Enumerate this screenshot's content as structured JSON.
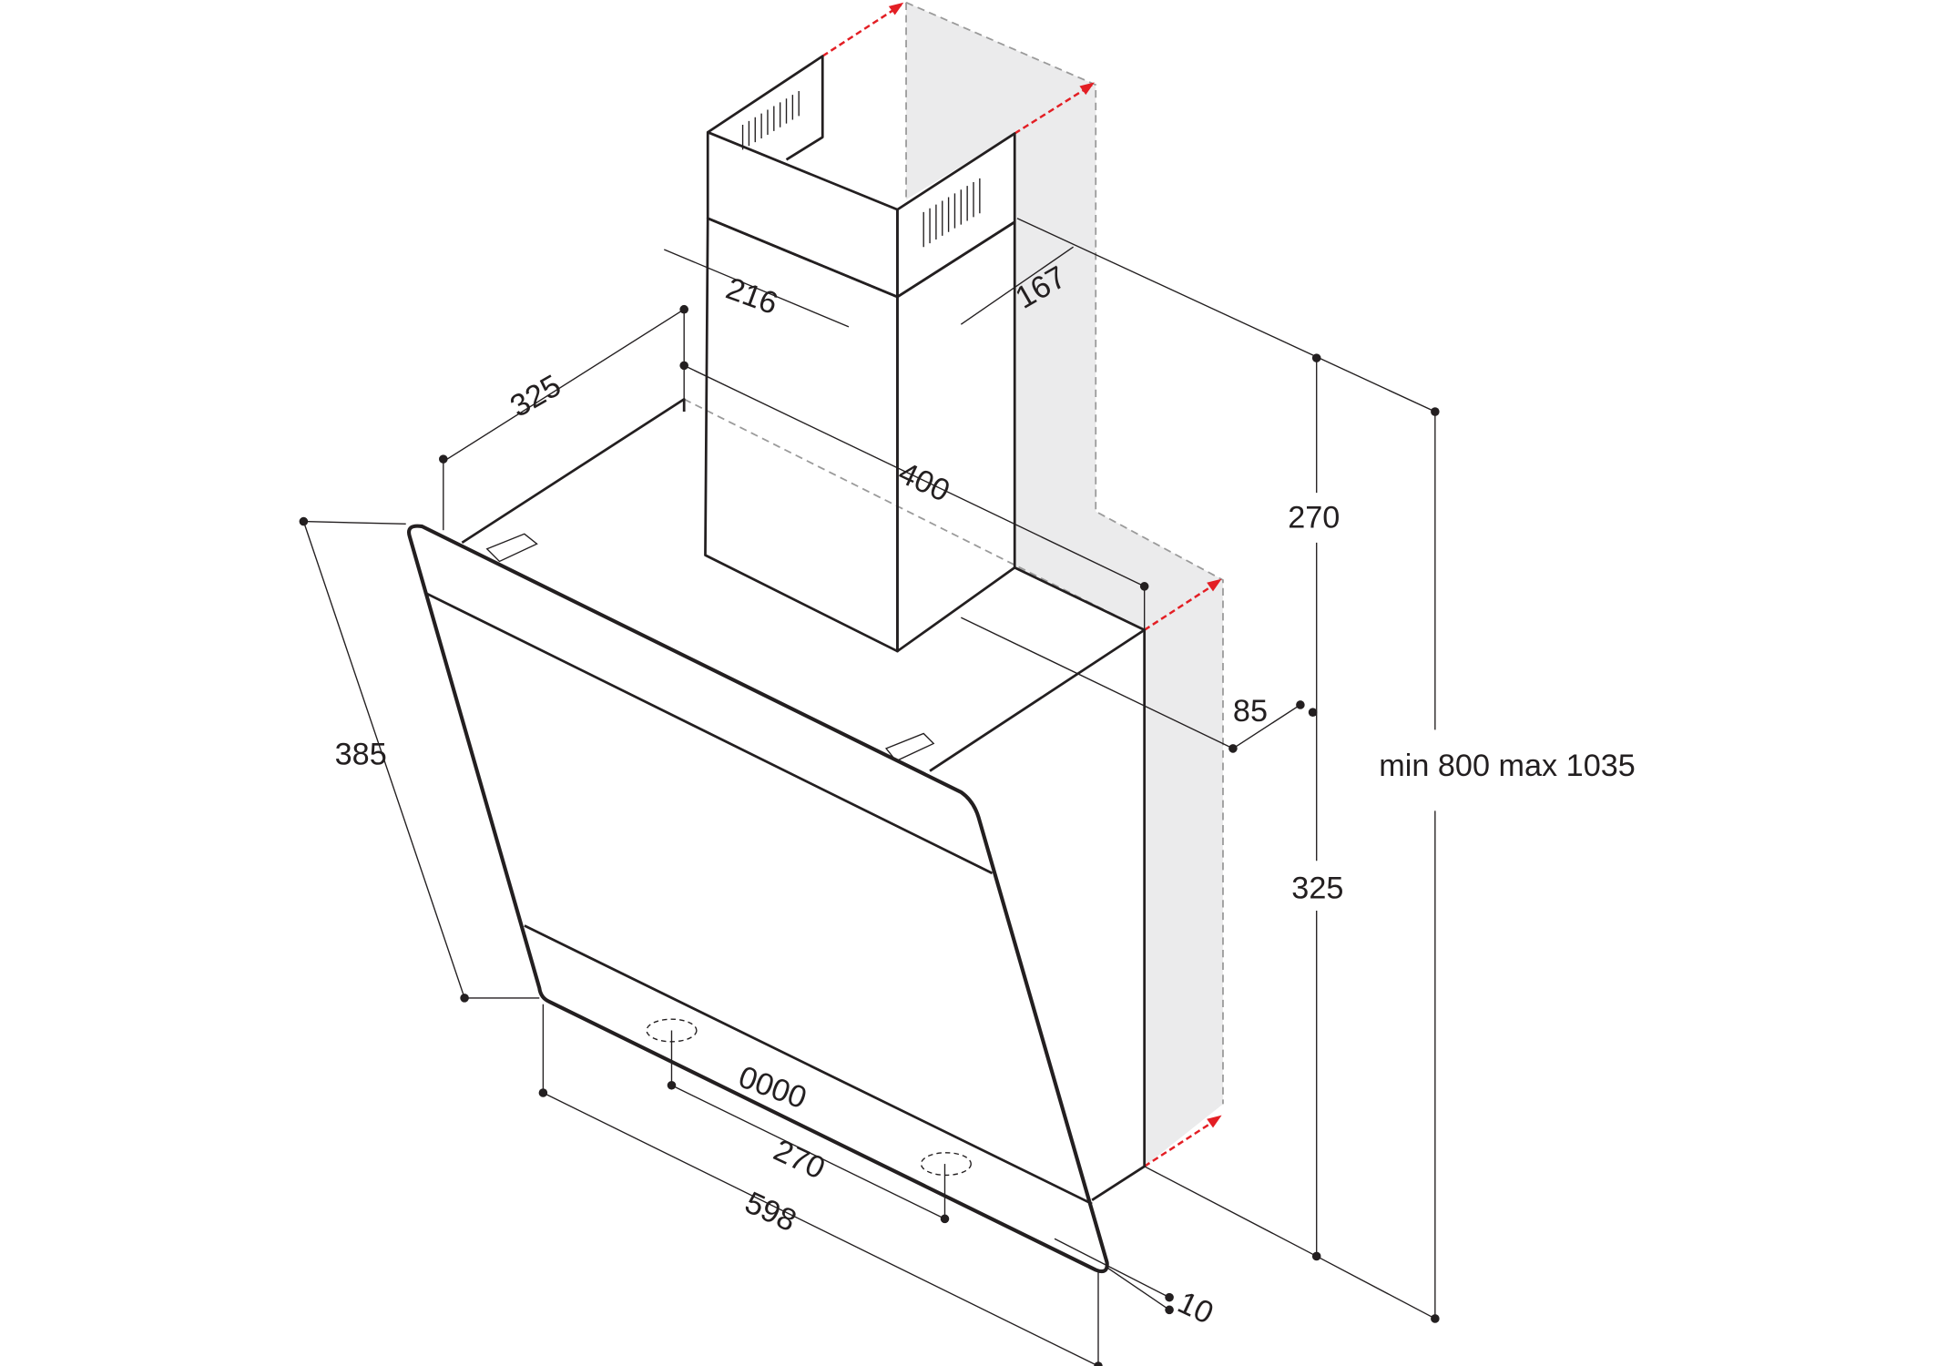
{
  "title": "Cooker hood dimension drawing",
  "colors": {
    "line": "#231f20",
    "wall_shade": "#ebebec",
    "arrow": "#e31e24"
  },
  "dimensions": {
    "chimney_width": "216",
    "chimney_depth": "167",
    "hood_depth": "325",
    "chimney_to_front": "400",
    "upper_chimney_height": "270",
    "lower_height": "325",
    "total_height": "min 800 max 1035",
    "wall_offset": "85",
    "glass_height": "385",
    "control_spacing": "270",
    "width": "598",
    "glass_thickness": "10"
  },
  "control_panel_text": "0000"
}
